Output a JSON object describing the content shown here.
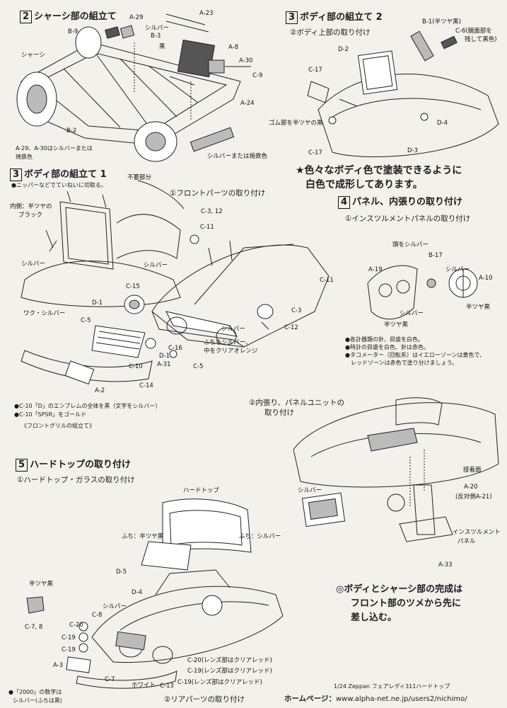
{
  "sections": {
    "s2": {
      "num": "2",
      "title": "シャーシ部の組立て"
    },
    "s3b": {
      "num": "3",
      "title": "ボディ部の組立て 2",
      "sub": "②ボディ上部の取り付け"
    },
    "s3a": {
      "num": "3",
      "title": "ボディ部の組立て 1",
      "sub": "①フロントパーツの取り付け"
    },
    "s4": {
      "num": "4",
      "title": "パネル、内張りの取り付け",
      "sub1": "①インスツルメントパネルの取り付け",
      "sub2a": "②内張り、パネルユニットの",
      "sub2b": "取り付け"
    },
    "s5": {
      "num": "5",
      "title": "ハードトップの取り付け",
      "sub1": "①ハードトップ・ガラスの取り付け",
      "sub2": "②リアパーツの取り付け"
    }
  },
  "chassis": {
    "labels": [
      "A-29",
      "A-23",
      "B-9",
      "シルバー",
      "B-3",
      "黒",
      "A-8",
      "シャーシ",
      "A-30",
      "C-9",
      "A-24",
      "B-2",
      "シルバーまたは焼鉄色"
    ],
    "note1": "A-29、A-30はシルバーまたは",
    "note2": "焼鉄色"
  },
  "body2": {
    "labels": [
      "B-1(半ツヤ黒)",
      "C-6(鏡面部を",
      "残して黒色)",
      "D-2",
      "C-17",
      "ゴム部を半ツヤの黒",
      "D-4",
      "C-17",
      "D-3"
    ]
  },
  "promo": {
    "line1": "★色々なボディ色で塗装できるように",
    "line2": "白色で成形してあります。"
  },
  "body1": {
    "note_top": "●ニッパーなどでていねいに切取る。",
    "labels": [
      "不要部分",
      "内側：半ツヤの",
      "ブラック",
      "シルバー",
      "シルバー",
      "ワク・シルバー",
      "C-3, 12",
      "C-11",
      "C-11",
      "C-15",
      "D-1",
      "C-5",
      "C-3",
      "シルバー",
      "C-12",
      "ふちをシルバー、",
      "中をクリアオレンジ",
      "C-16",
      "D-1",
      "A-31",
      "C-10",
      "C-5",
      "A-2",
      "C-14"
    ],
    "emblem1": "●C-10「D」のエンブレムの全体を黒（文字をシルバー）",
    "emblem2": "●C-10「SPSR」をゴールド",
    "grill": "《フロントグリルの組立て》"
  },
  "panel": {
    "labels": [
      "頭をシルバー",
      "B-17",
      "A-19",
      "シルバー",
      "A-10",
      "シルバー",
      "半ツヤ黒",
      "半ツヤ黒"
    ],
    "notes": [
      "●各計器類の針、目盛を白色。",
      "●時計の目盛を白色、針は赤色。",
      "●タコメーター（回転系）はイエローゾーンは黄色で、",
      "　レッドゾーンは赤色で塗り分けましょう。"
    ]
  },
  "interior": {
    "labels": [
      "接着面",
      "シルバー",
      "A-20",
      "(反対側A-21)",
      "インスツルメント",
      "パネル",
      "A-33"
    ],
    "final1": "◎ボディとシャーシ部の完成は",
    "final2": "フロント部のツメから先に",
    "final3": "差し込む。"
  },
  "hardtop": {
    "labels": [
      "ハードトップ",
      "ふち：半ツヤ黒",
      "ふち：シルバー",
      "D-5",
      "D-4",
      "半ツヤ黒",
      "C-7, 8",
      "シルバー",
      "C-8",
      "C-20",
      "C-19",
      "C-19",
      "A-3",
      "C-7",
      "ホワイト",
      "C-13",
      "C-20(レンズ部はクリアレッド)",
      "C-19(レンズ部はクリアレッド)",
      "C-19(レンズ部はクリアレッド)"
    ],
    "note1": "●「2000」の数字は",
    "note2": "シルバー(ふちは黒)"
  },
  "footer": {
    "product": "1/24 Zeppan フェアレディ311ハードトップ",
    "homepage_label": "ホームページ：",
    "url": "www.alpha-net.ne.jp/users2/nichimo/"
  }
}
